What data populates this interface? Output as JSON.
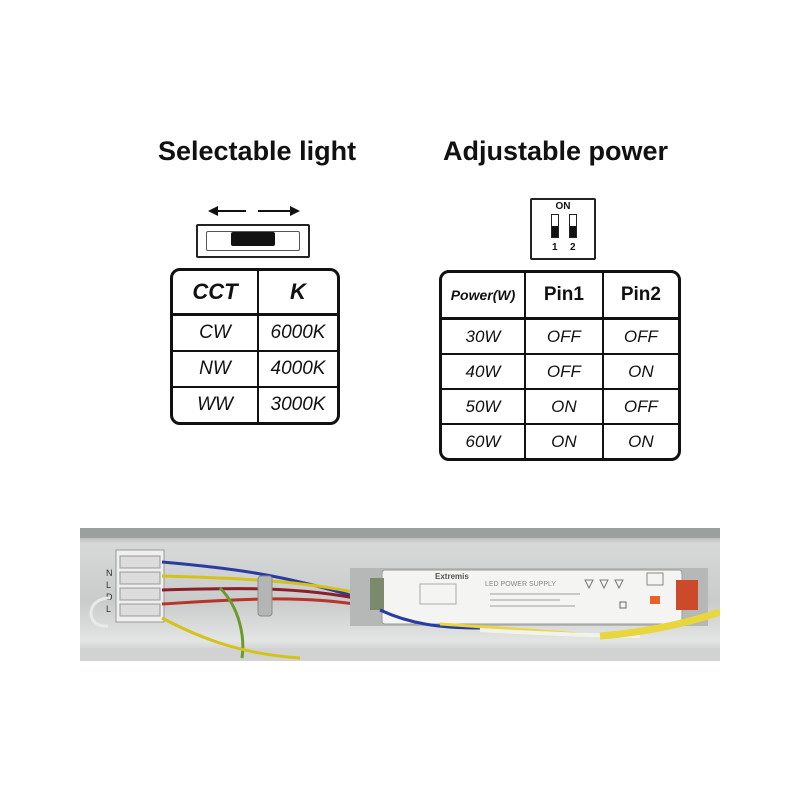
{
  "selectable_light": {
    "heading": "Selectable light",
    "table": {
      "headers": [
        "CCT",
        "K"
      ],
      "rows": [
        [
          "CW",
          "6000K"
        ],
        [
          "NW",
          "4000K"
        ],
        [
          "WW",
          "3000K"
        ]
      ]
    }
  },
  "adjustable_power": {
    "heading": "Adjustable power",
    "dip_switch": {
      "on_label": "ON",
      "pin_numbers": [
        "1",
        "2"
      ]
    },
    "table": {
      "headers": [
        "Power(W)",
        "Pin1",
        "Pin2"
      ],
      "rows": [
        [
          "30W",
          "OFF",
          "OFF"
        ],
        [
          "40W",
          "OFF",
          "ON"
        ],
        [
          "50W",
          "ON",
          "OFF"
        ],
        [
          "60W",
          "ON",
          "ON"
        ]
      ]
    }
  },
  "photo": {
    "driver_brand": "Extremis",
    "driver_label": "LED POWER SUPPLY",
    "terminal_marks": [
      "N",
      "L",
      "D",
      "L"
    ]
  }
}
